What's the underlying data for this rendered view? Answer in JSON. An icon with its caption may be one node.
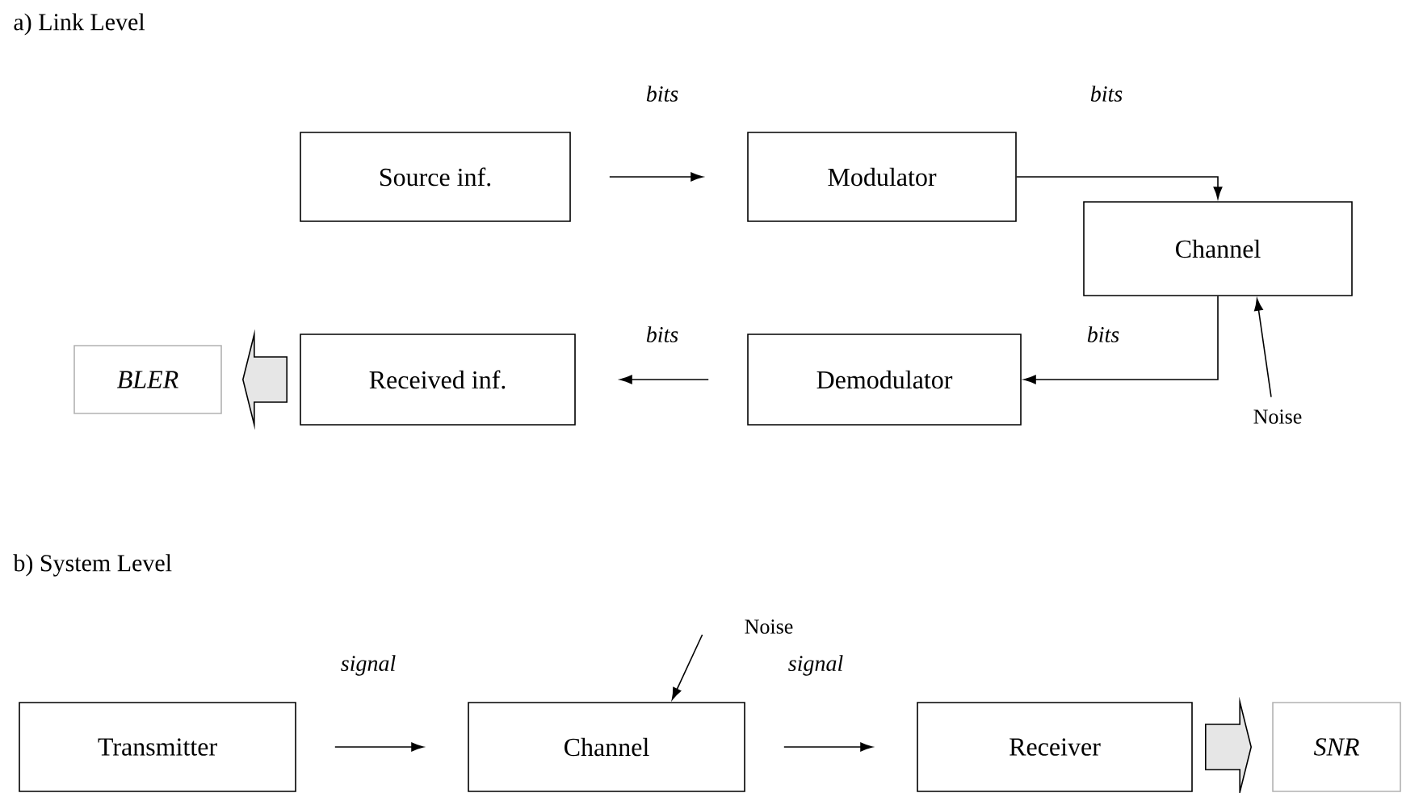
{
  "diagram": {
    "nodes": [
      {
        "text": [
          "Source inf."
        ]
      },
      {
        "text": [
          "Modulator"
        ]
      },
      {
        "text": [
          "Channel"
        ]
      },
      {
        "text": [
          "Demodulator"
        ]
      },
      {
        "text": [
          "Received inf."
        ]
      },
      {
        "text": [
          "BLER"
        ]
      },
      {
        "text": [
          "Noise"
        ]
      },
      {
        "text": [
          "Transmitter"
        ]
      },
      {
        "text": [
          "Channel"
        ]
      },
      {
        "text": [
          "Receiver"
        ]
      },
      {
        "text": [
          "SNR"
        ]
      },
      {
        "text": [
          "Noise"
        ]
      }
    ],
    "edges": [
      {
        "from": 0,
        "to": 1,
        "arrow": "to",
        "label": "bits"
      },
      {
        "from": 1,
        "to": 2,
        "arrow": "to",
        "label": "bits"
      },
      {
        "from": 2,
        "to": 3,
        "arrow": "to",
        "label": "bits"
      },
      {
        "from": 3,
        "to": 4,
        "arrow": "to",
        "label": "bits"
      },
      {
        "from": 4,
        "to": 5,
        "arrow": "to",
        "style": "thick",
        "color": "#e6e6e6"
      },
      {
        "from": 6,
        "to": 2,
        "arrow": "to"
      },
      {
        "from": 7,
        "to": 8,
        "arrow": "to",
        "label": "signal"
      },
      {
        "from": 8,
        "to": 9,
        "arrow": "to",
        "label": "signal"
      },
      {
        "from": 9,
        "to": 10,
        "arrow": "to",
        "style": "thick",
        "color": "#e6e6e6"
      },
      {
        "from": 11,
        "to": 8,
        "arrow": "to"
      }
    ],
    "labels": [
      "a) Link Level",
      "b) System Level"
    ]
  }
}
